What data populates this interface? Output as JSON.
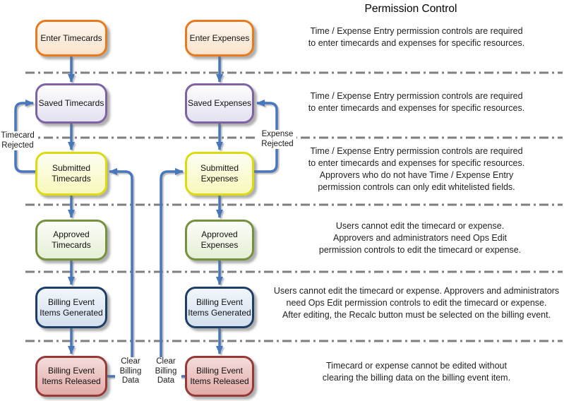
{
  "title": "Permission Control",
  "colors": {
    "arrow": "#4777BC",
    "separator": "#7F7F7F",
    "orange_border": "#E8791D",
    "purple_border": "#7E62A1",
    "yellow_border": "#DBDB10",
    "green_border": "#75913D",
    "navy_border": "#1D3E67",
    "red_border": "#953A38"
  },
  "flowchart": {
    "timecards": {
      "stages": [
        {
          "label": "Enter Timecards"
        },
        {
          "label": "Saved Timecards"
        },
        {
          "label": "Submitted\nTimecards"
        },
        {
          "label": "Approved\nTimecards"
        },
        {
          "label": "Billing Event\nItems Generated"
        },
        {
          "label": "Billing Event\nItems Released"
        }
      ],
      "reject_label": "Timecard\nRejected",
      "clear_label": "Clear\nBilling\nData"
    },
    "expenses": {
      "stages": [
        {
          "label": "Enter Expenses"
        },
        {
          "label": "Saved Expenses"
        },
        {
          "label": "Submitted\nExpenses"
        },
        {
          "label": "Approved\nExpenses"
        },
        {
          "label": "Billing Event\nItems Generated"
        },
        {
          "label": "Billing Event\nItems Released"
        }
      ],
      "reject_label": "Expense\nRejected",
      "clear_label": "Clear\nBilling\nData"
    }
  },
  "annotations": [
    {
      "text": "Time / Expense Entry permission controls are required\nto enter timecards and expenses for specific resources."
    },
    {
      "text": "Time / Expense Entry permission controls are required\nto enter timecards and expenses for specific resources."
    },
    {
      "text": "Time / Expense Entry permission controls are required\nto enter timecards and expenses for specific resources.\nApprovers who do not have Time / Expense Entry\npermission controls can only edit whitelisted fields."
    },
    {
      "text": "Users cannot edit the timecard or expense.\nApprovers and administrators need Ops Edit\npermission controls to edit the timecard or expense."
    },
    {
      "text": "Users cannot edit the timecard or expense. Approvers and administrators\nneed Ops Edit permission controls to edit the timecard or expense.\nAfter editing, the Recalc button must be selected on the billing event."
    },
    {
      "text": "Timecard or expense cannot be edited without\nclearing the billing data on the billing event item."
    }
  ]
}
